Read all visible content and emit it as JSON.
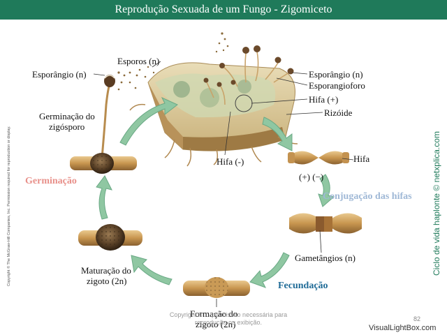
{
  "header": {
    "title": "Reprodução Sexuada de um Fungo - Zigomiceto"
  },
  "labels": {
    "esporos": "Esporos (n)",
    "esporangio_left": "Esporângio (n)",
    "esporangio_right": "Esporângio (n)",
    "esporangioforo": "Esporangioforo",
    "hifa_plus": "Hifa (+)",
    "rizoide": "Rizóide",
    "hifa_minus": "Hifa (-)",
    "hifa_right": "Hifa",
    "signs": "(+)  (−)",
    "germinacao_zigosporo_1": "Germinação do",
    "germinacao_zigosporo_2": "zigósporo",
    "gametangios": "Gametângios (n)",
    "maturacao_1": "Maturação do",
    "maturacao_2": "zigoto (2n)",
    "formacao_1": "Formação do",
    "formacao_2": "zigoto (2n)"
  },
  "stages": {
    "germinacao": "Germinação",
    "conjugacao": "Conjugação das hifas",
    "fecundacao": "Fecundação"
  },
  "colors": {
    "germinacao": "#e8908a",
    "conjugacao": "#9fb8d6",
    "fecundacao": "#1e6a96",
    "arrow": "#7fbf9a",
    "header": "#1f7a5a"
  },
  "side_text": "Ciclo de vida haplonte © netxplica.com",
  "copyright_left": "Copyright © The McGraw-Hill Companies, Inc. Permission required for reproduction or display.",
  "watermark": "Copyright © ... permissão necessária para reprodução ou exibição.",
  "page_number": "82",
  "site": "VisualLightBox.com"
}
